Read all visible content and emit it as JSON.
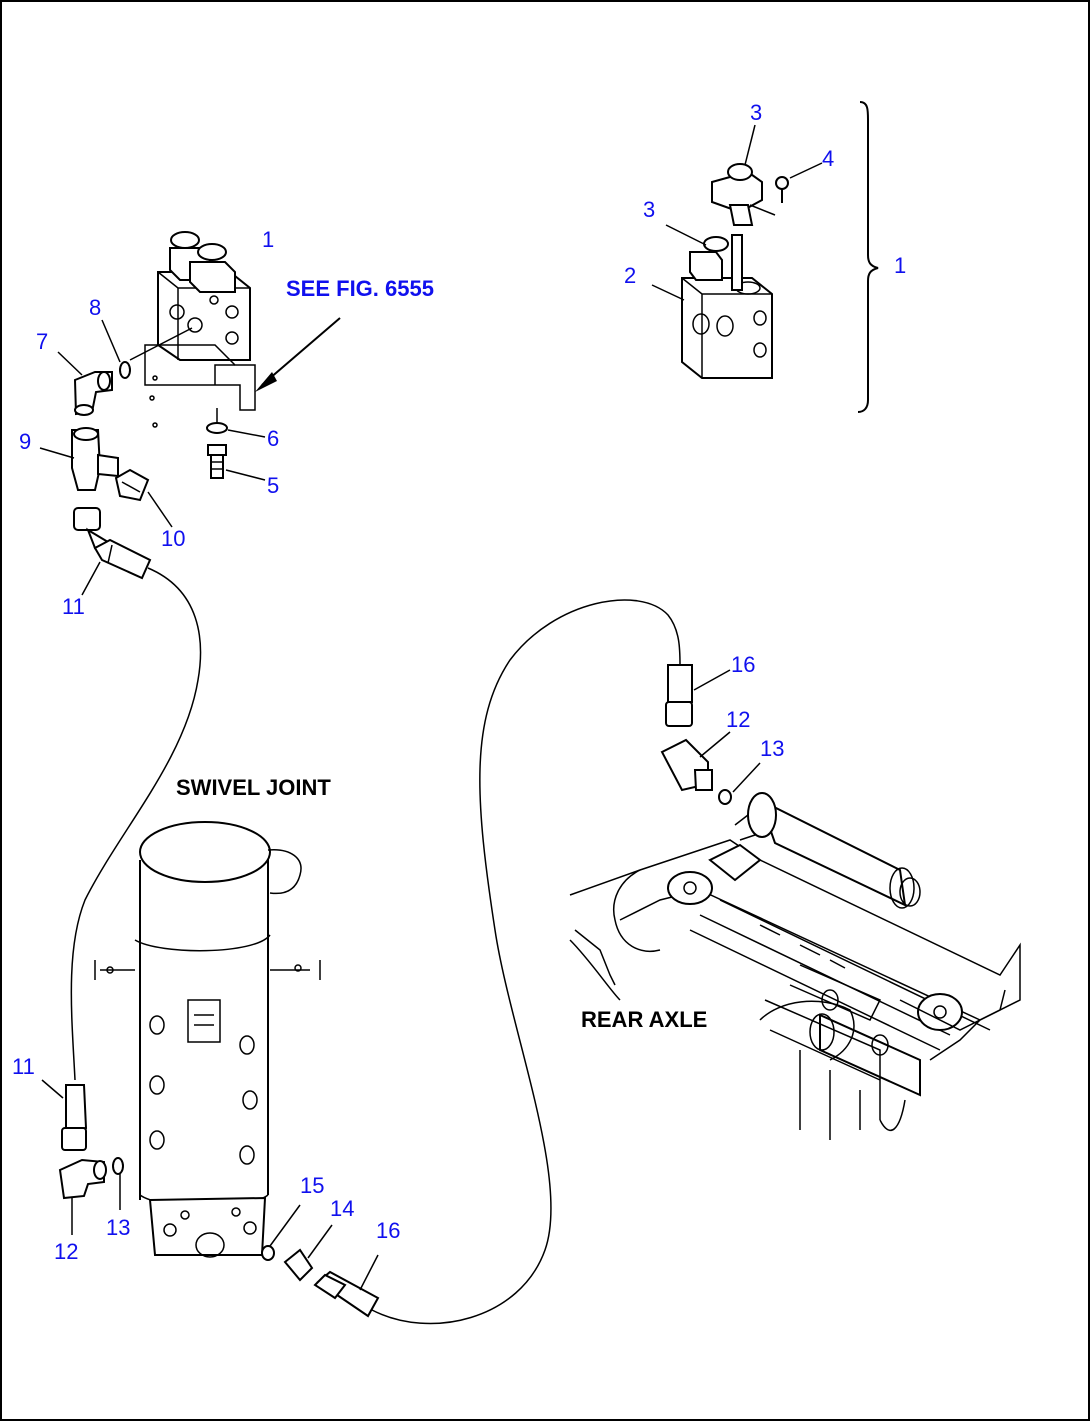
{
  "diagram": {
    "labels": {
      "see_fig": "SEE FIG. 6555",
      "swivel_joint": "SWIVEL JOINT",
      "rear_axle": "REAR AXLE"
    },
    "callouts": {
      "n1_main": "1",
      "n1_bracket": "1",
      "n2": "2",
      "n3_top": "3",
      "n3_mid": "3",
      "n4": "4",
      "n5": "5",
      "n6": "6",
      "n7": "7",
      "n8": "8",
      "n9": "9",
      "n10": "10",
      "n11_top": "11",
      "n11_bottom": "11",
      "n12_right": "12",
      "n12_bottom": "12",
      "n13_right": "13",
      "n13_bottom": "13",
      "n14": "14",
      "n15": "15",
      "n16_right": "16",
      "n16_bottom": "16"
    },
    "colors": {
      "callout": "#1010ee",
      "line": "#000000"
    }
  }
}
